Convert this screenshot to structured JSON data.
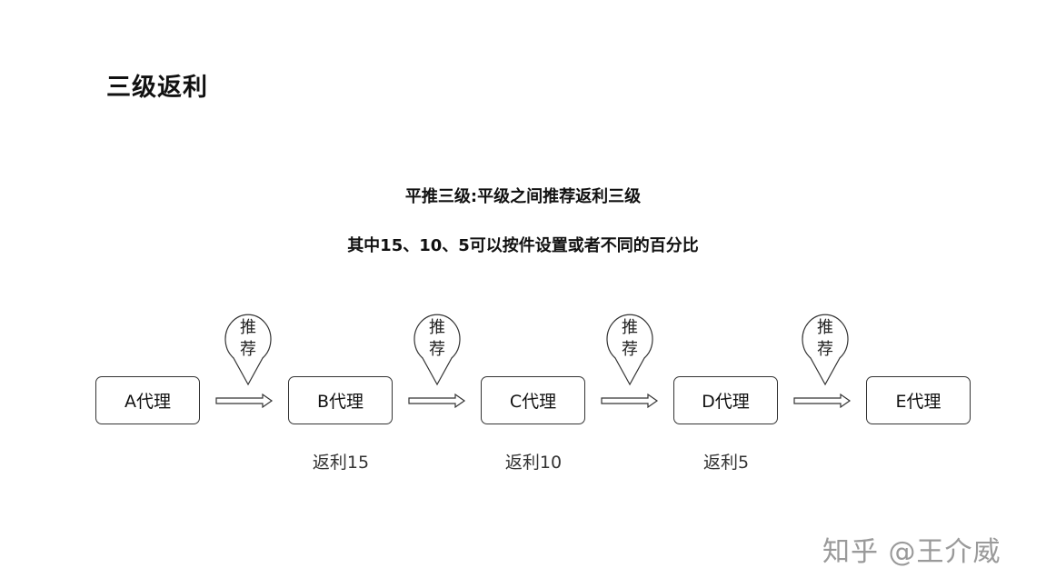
{
  "title": "三级返利",
  "subtitle_1": "平推三级:平级之间推荐返利三级",
  "subtitle_2": "其中15、10、5可以按件设置或者不同的百分比",
  "agents": [
    "A代理",
    "B代理",
    "C代理",
    "D代理",
    "E代理"
  ],
  "recommend_label": [
    "推",
    "荐"
  ],
  "rebates": [
    "返利15",
    "返利10",
    "返利5"
  ],
  "watermark": "知乎 @王介威"
}
